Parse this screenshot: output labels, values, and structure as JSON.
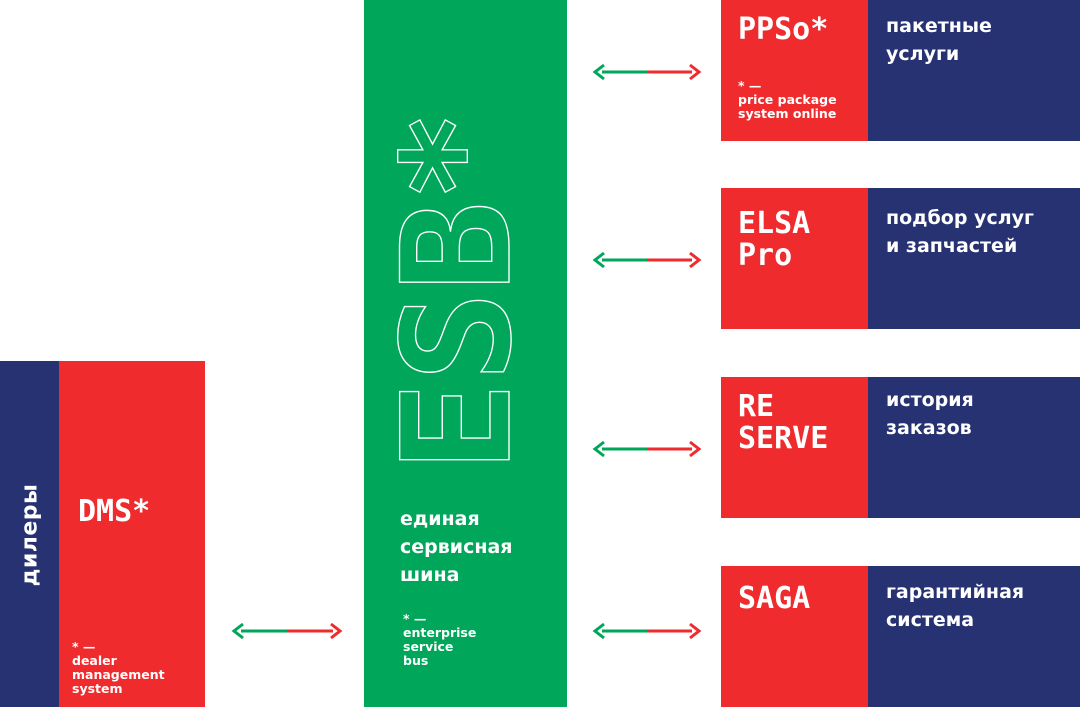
{
  "dealers": {
    "label": "дилеры"
  },
  "dms": {
    "title": "DMS*",
    "note_mark": "* —",
    "note_line1": "dealer",
    "note_line2": "management",
    "note_line3": "system"
  },
  "esb": {
    "logo_text": "ESB*",
    "desc_line1": "единая",
    "desc_line2": "сервисная",
    "desc_line3": "шина",
    "note_mark": "* —",
    "note_line1": "enterprise",
    "note_line2": "service",
    "note_line3": "bus"
  },
  "systems": [
    {
      "title": "PPSo*",
      "desc": "пакетные\nуслуги",
      "note_mark": "* —",
      "note_line1": "price package",
      "note_line2": "system online"
    },
    {
      "title": "ELSA\nPro",
      "desc": "подбор услуг\nи запчастей"
    },
    {
      "title": "RE\nSERVE",
      "desc": "история\nзаказов"
    },
    {
      "title": "SAGA",
      "desc": "гарантийная\nсистема"
    }
  ],
  "colors": {
    "navy": "#273272",
    "red": "#ef2b2d",
    "green": "#00a65a",
    "white": "#ffffff"
  }
}
